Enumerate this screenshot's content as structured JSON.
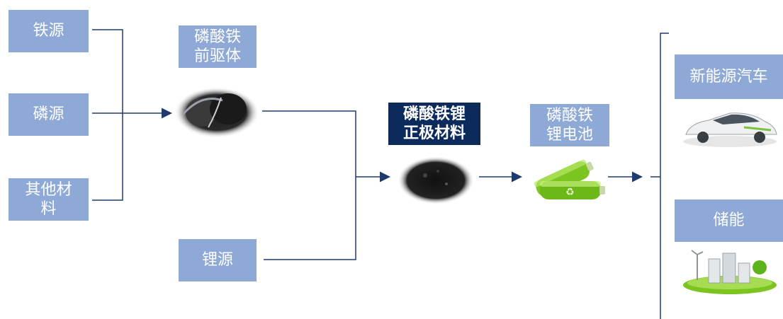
{
  "sources": {
    "iron": "铁源",
    "phosphorus": "磷源",
    "other": "其他材\n料",
    "lithium": "锂源"
  },
  "precursor": "磷酸铁\n前驱体",
  "cathode": "磷酸铁锂\n正极材料",
  "battery": "磷酸铁\n锂电池",
  "applications": {
    "ev": "新能源汽车",
    "storage": "储能"
  },
  "colors": {
    "box": "#8fa9d6",
    "highlight_box": "#0d2a5c",
    "line": "#1f3b6e"
  }
}
